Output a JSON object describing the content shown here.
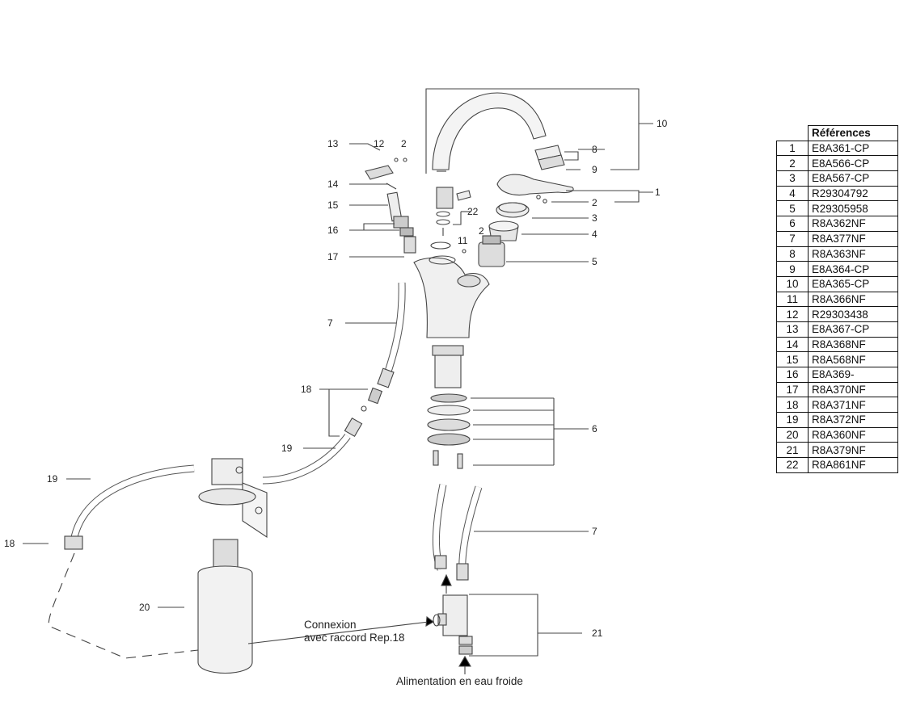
{
  "callouts": {
    "c1": "1",
    "c2a": "2",
    "c2b": "2",
    "c2c": "2",
    "c3": "3",
    "c4": "4",
    "c5": "5",
    "c6": "6",
    "c7a": "7",
    "c7b": "7",
    "c8": "8",
    "c9": "9",
    "c10": "10",
    "c11": "11",
    "c12": "12",
    "c13": "13",
    "c14": "14",
    "c15": "15",
    "c16": "16",
    "c17": "17",
    "c18a": "18",
    "c18b": "18",
    "c19a": "19",
    "c19b": "19",
    "c20": "20",
    "c21": "21",
    "c22": "22"
  },
  "captions": {
    "connexion_line1": "Connexion",
    "connexion_line2": "avec raccord Rep.18",
    "supply": "Alimentation en eau froide"
  },
  "references": {
    "header": "Références",
    "rows": [
      {
        "num": "1",
        "ref": "E8A361-CP"
      },
      {
        "num": "2",
        "ref": "E8A566-CP"
      },
      {
        "num": "3",
        "ref": "E8A567-CP"
      },
      {
        "num": "4",
        "ref": "R29304792"
      },
      {
        "num": "5",
        "ref": "R29305958"
      },
      {
        "num": "6",
        "ref": "R8A362NF"
      },
      {
        "num": "7",
        "ref": "R8A377NF"
      },
      {
        "num": "8",
        "ref": "R8A363NF"
      },
      {
        "num": "9",
        "ref": "E8A364-CP"
      },
      {
        "num": "10",
        "ref": "E8A365-CP"
      },
      {
        "num": "11",
        "ref": "R8A366NF"
      },
      {
        "num": "12",
        "ref": "R29303438"
      },
      {
        "num": "13",
        "ref": "E8A367-CP"
      },
      {
        "num": "14",
        "ref": "R8A368NF"
      },
      {
        "num": "15",
        "ref": "R8A568NF"
      },
      {
        "num": "16",
        "ref": "E8A369-"
      },
      {
        "num": "17",
        "ref": "R8A370NF"
      },
      {
        "num": "18",
        "ref": "R8A371NF"
      },
      {
        "num": "19",
        "ref": "R8A372NF"
      },
      {
        "num": "20",
        "ref": "R8A360NF"
      },
      {
        "num": "21",
        "ref": "R8A379NF"
      },
      {
        "num": "22",
        "ref": "R8A861NF"
      }
    ]
  }
}
